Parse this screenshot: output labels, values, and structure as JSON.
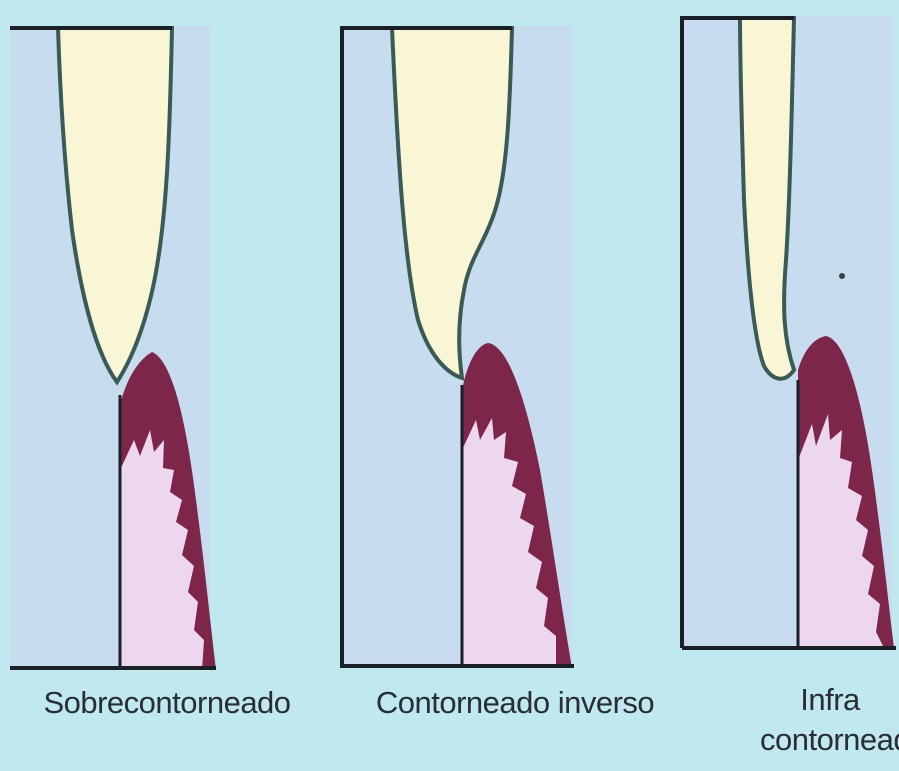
{
  "panels": [
    {
      "id": "panel-1",
      "caption_lines": [
        "Sobrecontorneado"
      ]
    },
    {
      "id": "panel-2",
      "caption_lines": [
        "Contorneado inverso"
      ]
    },
    {
      "id": "panel-3",
      "caption_lines": [
        "Infra",
        "contorneado"
      ]
    }
  ],
  "colors": {
    "background": "#bfe9ee",
    "panel_fill": "#c7dcee",
    "tooth": "#f8f6d4",
    "tooth_outline": "#3a5a56",
    "gingiva_dark": "#7e2649",
    "gingiva_light": "#ecd7ef",
    "frame": "#1b1f26"
  }
}
